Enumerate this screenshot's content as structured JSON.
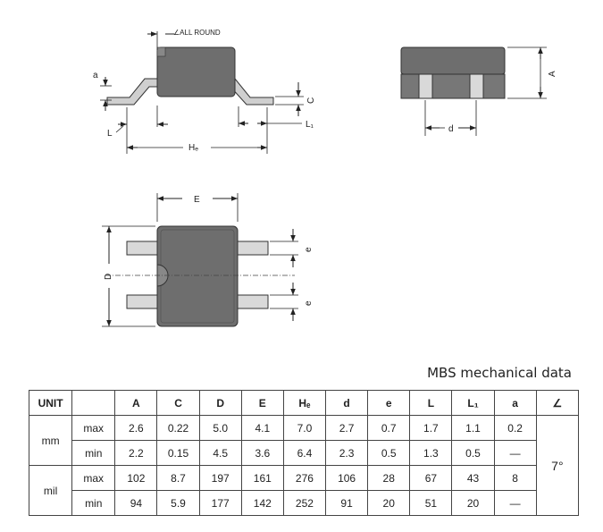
{
  "drawing_labels": {
    "all_round": "∠ALL ROUND",
    "a": "a",
    "c": "C",
    "l1": "L₁",
    "l": "L",
    "he": "Hₑ",
    "a_cap": "A",
    "d_small": "d",
    "e_cap": "E",
    "d_cap": "D",
    "e1": "e",
    "e2": "e"
  },
  "title": "MBS mechanical data",
  "table": {
    "headers": [
      "UNIT",
      "",
      "A",
      "C",
      "D",
      "E",
      "Hₑ",
      "d",
      "e",
      "L",
      "L₁",
      "a",
      "∠"
    ],
    "angle_value": "7°",
    "units": [
      {
        "unit": "mm",
        "rows": [
          {
            "limit": "max",
            "values": [
              "2.6",
              "0.22",
              "5.0",
              "4.1",
              "7.0",
              "2.7",
              "0.7",
              "1.7",
              "1.1",
              "0.2"
            ]
          },
          {
            "limit": "min",
            "values": [
              "2.2",
              "0.15",
              "4.5",
              "3.6",
              "6.4",
              "2.3",
              "0.5",
              "1.3",
              "0.5",
              "—"
            ]
          }
        ]
      },
      {
        "unit": "mil",
        "rows": [
          {
            "limit": "max",
            "values": [
              "102",
              "8.7",
              "197",
              "161",
              "276",
              "106",
              "28",
              "67",
              "43",
              "8"
            ]
          },
          {
            "limit": "min",
            "values": [
              "94",
              "5.9",
              "177",
              "142",
              "252",
              "91",
              "20",
              "51",
              "20",
              "—"
            ]
          }
        ]
      }
    ]
  }
}
